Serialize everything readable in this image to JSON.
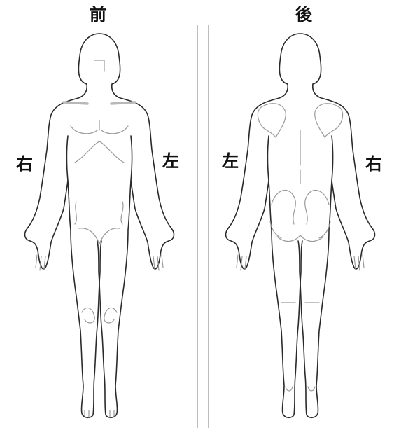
{
  "front": {
    "title": "前",
    "right_label": "右",
    "left_label": "左"
  },
  "back": {
    "title": "後",
    "left_label": "左",
    "right_label": "右"
  }
}
